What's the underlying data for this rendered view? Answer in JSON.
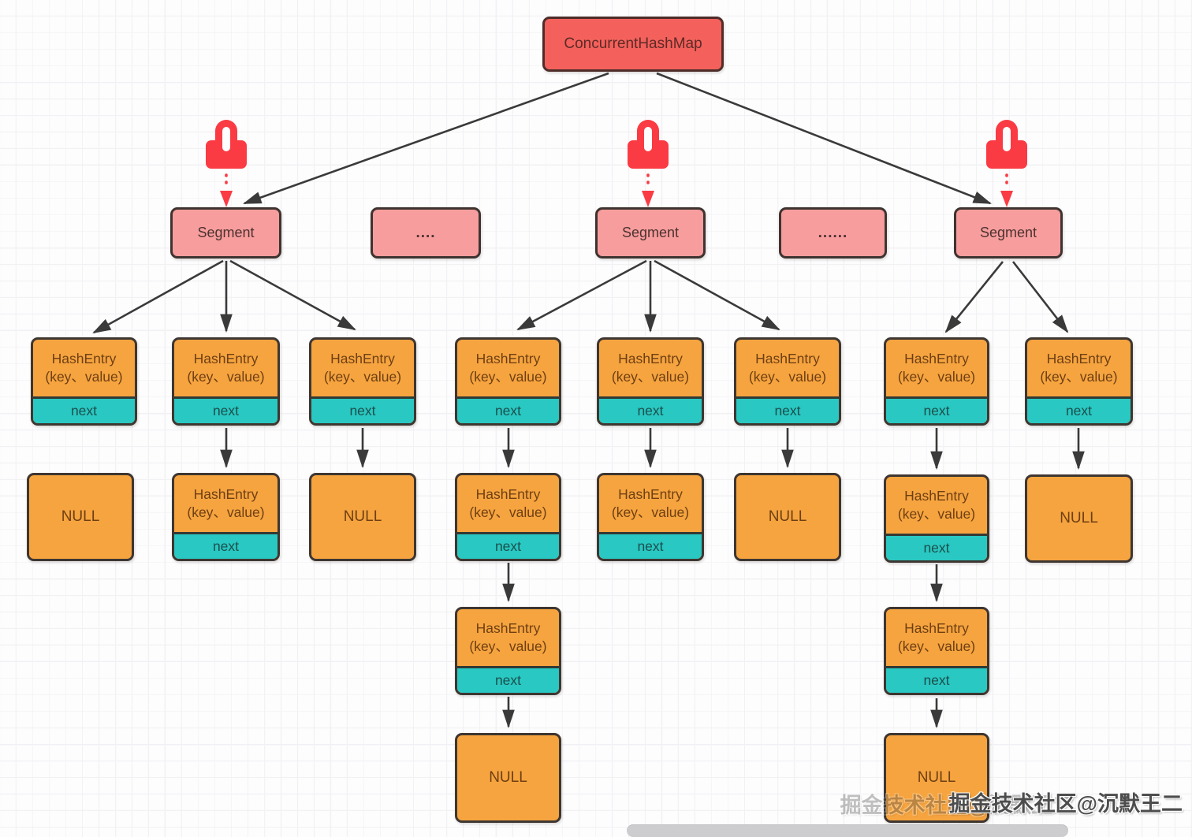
{
  "root": {
    "label": "ConcurrentHashMap"
  },
  "segments": {
    "seg1": "Segment",
    "dots_a": "....",
    "seg2": "Segment",
    "dots_b": "......",
    "seg3": "Segment"
  },
  "entry": {
    "title": "HashEntry",
    "subtitle": "(key、value)",
    "next": "next",
    "null": "NULL"
  },
  "watermark": "掘金技术社区@沉默王二",
  "colors": {
    "root_fill": "#f4615c",
    "segment_fill": "#f79d9d",
    "entry_fill": "#f6a43f",
    "next_fill": "#29c8c2",
    "lock_red": "#fa3b44",
    "arrow": "#3a3a3a",
    "border": "#3e3631"
  }
}
